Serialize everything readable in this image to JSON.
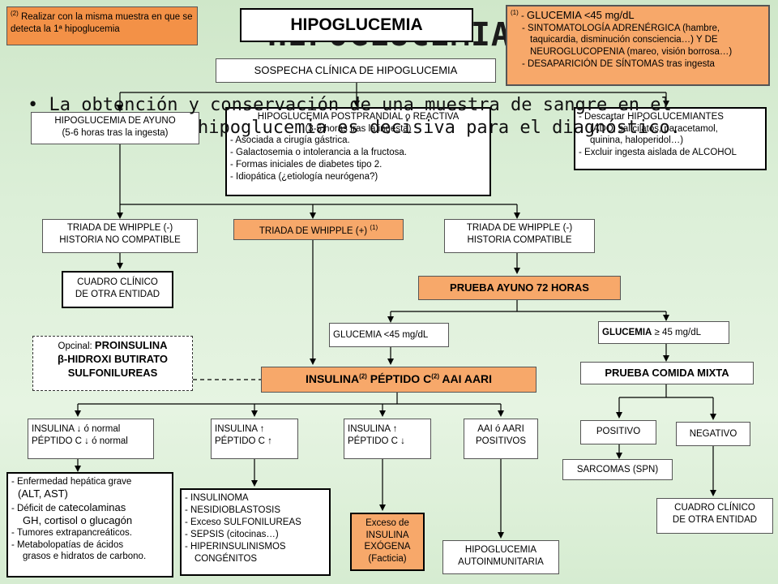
{
  "background_title": "HIPOGLUCEMIAS",
  "bullet": {
    "marker": "•",
    "line1": "La obtención y conservación de una muestra de sangre en el",
    "line2": "hipoglucemia es decisiva para el diagnóstico."
  },
  "note2": {
    "sup": "(2)",
    "text": " Realizar con la misma muestra en que se detecta la 1ª hipoglucemia"
  },
  "title": "HIPOGLUCEMIA",
  "note1": {
    "sup": "(1)",
    "glucemia_prefix": " - ",
    "glucemia_bold": "GLUCEMIA",
    "glucemia_rest": " <45 mg/dL",
    "l2": "- SINTOMATOLOGÍA ADRENÉRGICA (hambre,",
    "l3": "taquicardia, disminución consciencia…) Y DE",
    "l4": "NEUROGLUCOPENIA (mareo, visión borrosa…)",
    "l5": "- DESAPARICIÓN DE SÍNTOMAS tras ingesta"
  },
  "sospecha": "SOSPECHA CLÍNICA DE HIPOGLUCEMIA",
  "ayuno": {
    "l1": "HIPOGLUCEMIA DE AYUNO",
    "l2": "(5-6 horas tras la ingesta)"
  },
  "postprandial": {
    "l1": "HIPOGLUCEMIA POSTPRANDIAL o REACTIVA",
    "l2": "(3-5 horas tras la ingesta)",
    "l3": "- Asociada a cirugía gástrica.",
    "l4": "- Galactosemia o intolerancia a la fructosa.",
    "l5": "- Formas iniciales de diabetes tipo 2.",
    "l6": "- Idiopática (¿etiología neurógena?)"
  },
  "descartar": {
    "l1": "- Descartar HIPOGLUCEMIANTES",
    "l2": "(ADO, salicilatos, paracetamol,",
    "l3": "quinina, haloperidol…)",
    "l4": "- Excluir ingesta aislada de ALCOHOL"
  },
  "whipple_neg_nocomp": {
    "l1": "TRIADA DE WHIPPLE (-)",
    "l2": "HISTORIA NO COMPATIBLE"
  },
  "whipple_pos": {
    "text": "TRIADA DE WHIPPLE (+) ",
    "sup": "(1)"
  },
  "whipple_neg_comp": {
    "l1": "TRIADA DE WHIPPLE (-)",
    "l2": "HISTORIA COMPATIBLE"
  },
  "cuadro1": {
    "l1": "CUADRO CLÍNICO",
    "l2": "DE OTRA ENTIDAD"
  },
  "prueba72": "PRUEBA AYUNO 72 HORAS",
  "gluc_lt45": "GLUCEMIA <45 mg/dL",
  "gluc_ge45": {
    "bold": "GLUCEMIA",
    "rest": " ≥ 45 mg/dL"
  },
  "opcional": {
    "prefix": "Opcinal: ",
    "l1": "PROINSULINA",
    "l2": "β-HIDROXI BUTIRATO",
    "l3": "SULFONILUREAS"
  },
  "insulina_main": {
    "t1": "INSULINA",
    "s1": "(2)",
    "t2": " PÉPTIDO C",
    "s2": "(2)",
    "t3": " AAI AARI"
  },
  "comida_mixta": "PRUEBA COMIDA MIXTA",
  "res_a": {
    "l1": "INSULINA ↓ ó normal",
    "l2": "PÉPTIDO C ↓ ó normal"
  },
  "res_b": {
    "l1": "INSULINA ↑",
    "l2": "PÉPTIDO C ↑"
  },
  "res_c": {
    "l1": "INSULINA ↑",
    "l2": "PÉPTIDO C ↓"
  },
  "res_d": {
    "l1": "AAI ó AARI",
    "l2": "POSITIVOS"
  },
  "positivo": "POSITIVO",
  "negativo": "NEGATIVO",
  "sarcomas": "SARCOMAS (SPN)",
  "enf_hepatica": {
    "l1": "- Enfermedad hepática grave",
    "l2": "(ALT, AST)",
    "l3a": "- Déficit de ",
    "l3b": "catecolaminas",
    "l4": "GH, cortisol o glucagón",
    "l5": "- Tumores extrapancreáticos.",
    "l6": "- Metabolopatías de ácidos",
    "l7": "grasos e hidratos de carbono."
  },
  "insulinoma": {
    "l1": "- INSULINOMA",
    "l2": "- NESIDIOBLASTOSIS",
    "l3": "- Exceso SULFONILUREAS",
    "l4": "- SEPSIS (citocinas…)",
    "l5": "- HIPERINSULINISMOS",
    "l6": "CONGÉNITOS"
  },
  "exceso_insulina": {
    "l1": "Exceso de",
    "l2": "INSULINA",
    "l3": "EXÓGENA",
    "l4": "(Facticia)"
  },
  "autoinmunitaria": {
    "l1": "HIPOGLUCEMIA",
    "l2": "AUTOINMUNITARIA"
  },
  "cuadro2": {
    "l1": "CUADRO CLÍNICO",
    "l2": "DE OTRA ENTIDAD"
  },
  "colors": {
    "orange": "#f7a86a",
    "dark_orange": "#f39147",
    "background": "#dcefd8"
  }
}
